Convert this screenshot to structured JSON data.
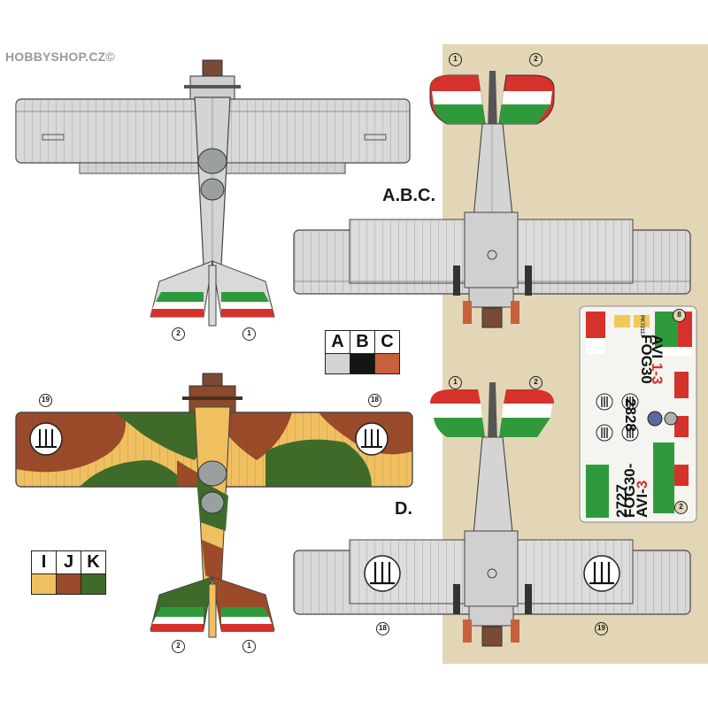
{
  "watermark": "HOBBYSHOP.CZ©",
  "scheme_labels": {
    "abc": "A.B.C.",
    "d": "D."
  },
  "callouts": {
    "one": "1",
    "two": "2",
    "eighteen": "18",
    "nineteen": "19",
    "eight": "8"
  },
  "palette_abc": [
    {
      "letter": "A",
      "color": "#d4d4d4"
    },
    {
      "letter": "B",
      "color": "#151515"
    },
    {
      "letter": "C",
      "color": "#c8603c"
    }
  ],
  "palette_ijk": [
    {
      "letter": "I",
      "color": "#f0c060"
    },
    {
      "letter": "J",
      "color": "#9b4a2a"
    },
    {
      "letter": "K",
      "color": "#3f6b2a"
    }
  ],
  "decal_sheet": {
    "serials": [
      "2727",
      "2828"
    ],
    "codes": [
      "FOG30-",
      "FOG30"
    ],
    "avi": [
      "AVI",
      "1-3"
    ],
    "avi_red": "3",
    "avi_left": "AVI-",
    "sheet_code": "PK72117"
  },
  "colors": {
    "background_tan": "#e3d6b6",
    "aluminium": "#d9d9d9",
    "italian_green": "#2f9a3c",
    "italian_red": "#d6312b",
    "outline": "#333333"
  }
}
